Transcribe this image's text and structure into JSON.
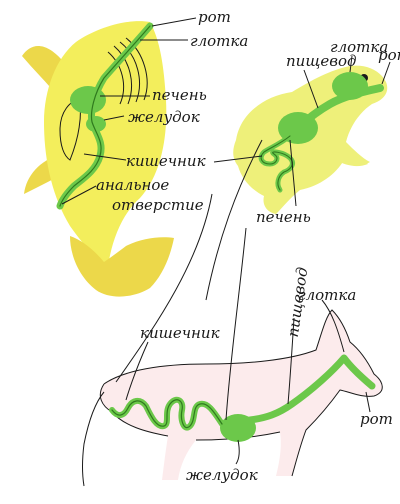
{
  "colors": {
    "fish_body": "#f3ee5c",
    "fish_fin": "#ecd84a",
    "frog_body": "#eef07a",
    "digestive": "#6cc84a",
    "digestive_dark": "#2f7a1e",
    "mammal_pink": "#f3b8bc",
    "ink": "#1a1a1a"
  },
  "labels": {
    "fish": {
      "mouth": "рот",
      "pharynx": "глотка",
      "liver": "печень",
      "stomach": "желудок",
      "intestine": "кишечник",
      "anus_line1": "анальное",
      "anus_line2": "отверстие"
    },
    "frog": {
      "pharynx": "глотка",
      "mouth": "рот",
      "esophagus": "пищевод",
      "liver": "печень"
    },
    "mammal": {
      "intestine": "кишечник",
      "esophagus": "пищевод",
      "pharynx": "глотка",
      "mouth": "рот",
      "stomach": "желудок"
    }
  }
}
